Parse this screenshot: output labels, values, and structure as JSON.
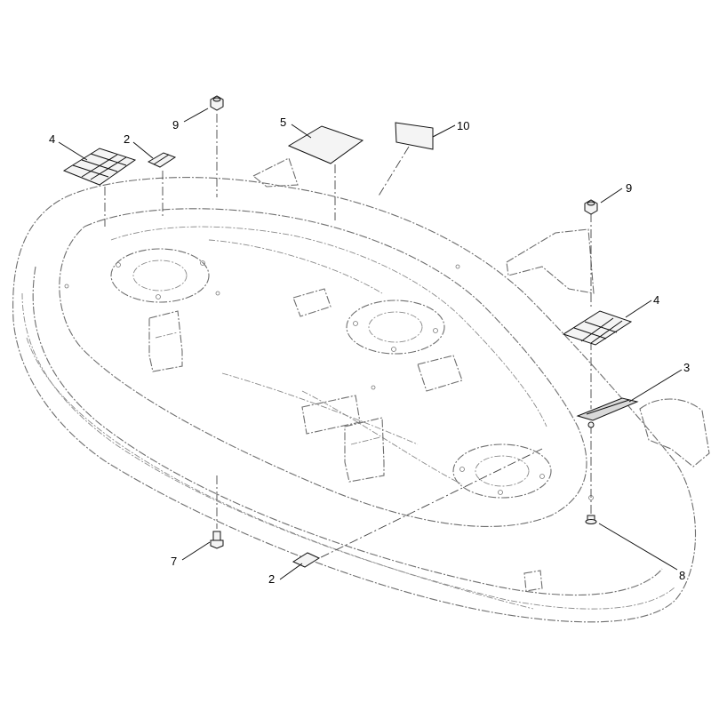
{
  "callouts": [
    {
      "id": "c4a",
      "label": "4"
    },
    {
      "id": "c2a",
      "label": "2"
    },
    {
      "id": "c9a",
      "label": "9"
    },
    {
      "id": "c5",
      "label": "5"
    },
    {
      "id": "c10",
      "label": "10"
    },
    {
      "id": "c9b",
      "label": "9"
    },
    {
      "id": "c4b",
      "label": "4"
    },
    {
      "id": "c3",
      "label": "3"
    },
    {
      "id": "c7",
      "label": "7"
    },
    {
      "id": "c2b",
      "label": "2"
    },
    {
      "id": "c8",
      "label": "8"
    }
  ]
}
